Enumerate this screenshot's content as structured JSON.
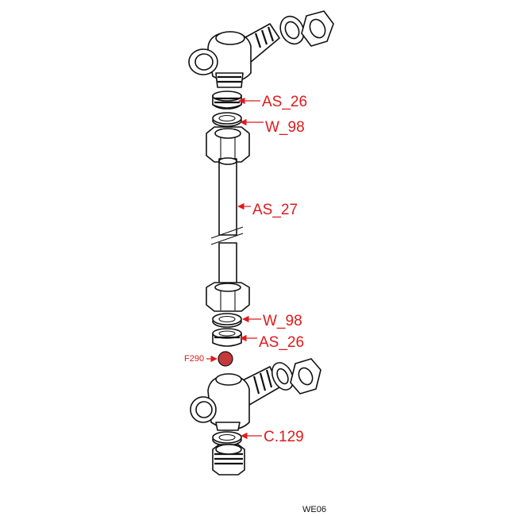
{
  "colors": {
    "callout": "#e0191b",
    "line_art": "#111111",
    "highlight_fill": "#c6393a"
  },
  "callouts": {
    "as26_top": "AS_26",
    "w98_top": "W_98",
    "as27": "AS_27",
    "w98_bottom": "W_98",
    "as26_bottom": "AS_26",
    "f290": "F290",
    "c129": "C.129"
  },
  "footer": {
    "code": "WE06"
  }
}
